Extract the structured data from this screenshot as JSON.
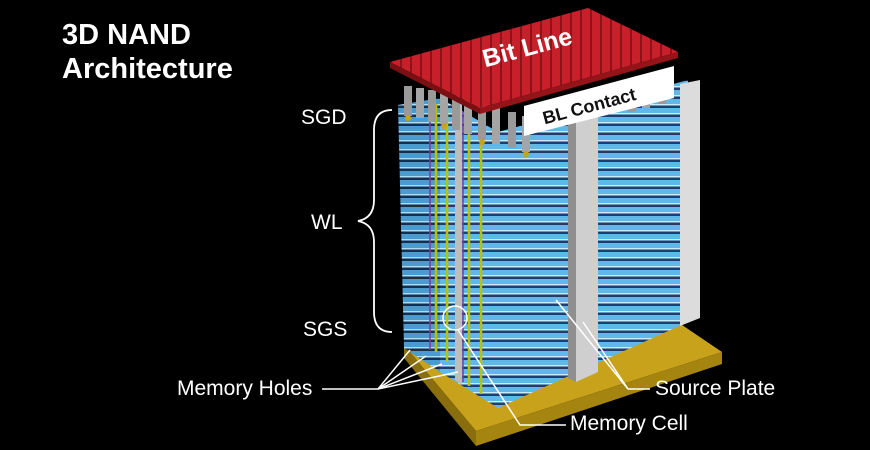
{
  "title": {
    "line1": "3D NAND",
    "line2": "Architecture"
  },
  "labels": {
    "sgd": "SGD",
    "wl": "WL",
    "sgs": "SGS",
    "memory_holes": "Memory Holes",
    "source_plate": "Source Plate",
    "memory_cell": "Memory Cell",
    "bit_line": "Bit Line",
    "bl_contact": "BL Contact"
  },
  "colors": {
    "background": "#000000",
    "bit_line": "#c8202a",
    "base": "#c9a21c",
    "stack_layer": "#5fb8e8",
    "stack_dark": "#1d3e6e",
    "source_plate": "#cfcfcf",
    "memory_hole": "#b8c400"
  }
}
